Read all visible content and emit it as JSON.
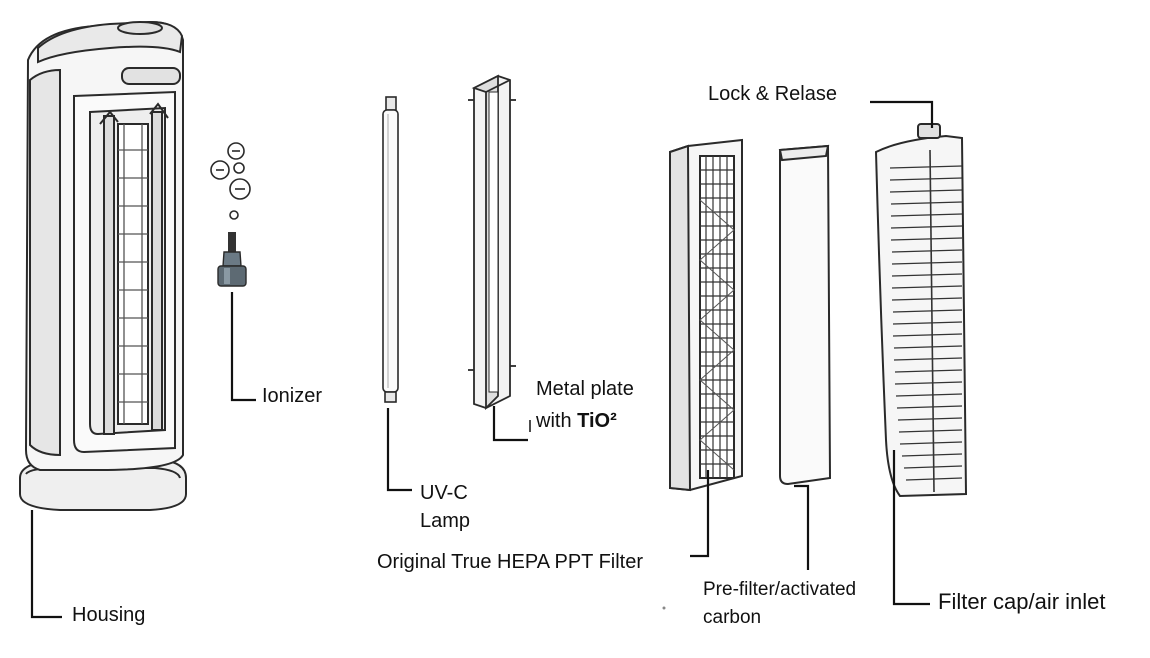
{
  "labels": {
    "housing": "Housing",
    "ionizer": "Ionizer",
    "uv_lamp_line1": "UV-C",
    "uv_lamp_line2": "Lamp",
    "metal_plate_line1": "Metal plate",
    "metal_plate_line2_prefix": "with ",
    "metal_plate_line2_formula": "TiO²",
    "hepa_filter": "Original True HEPA PPT Filter",
    "prefilter_line1": "Pre-filter/activated",
    "prefilter_line2": "carbon",
    "lock_release": "Lock & Relase",
    "filter_cap": "Filter cap/air inlet"
  },
  "ion_symbol": "⊖",
  "colors": {
    "line": "#111111",
    "outline": "#2a2a2a",
    "fill_light": "#f2f2f2",
    "fill_mid": "#d9d9d9",
    "fill_dark": "#5d6a73"
  }
}
